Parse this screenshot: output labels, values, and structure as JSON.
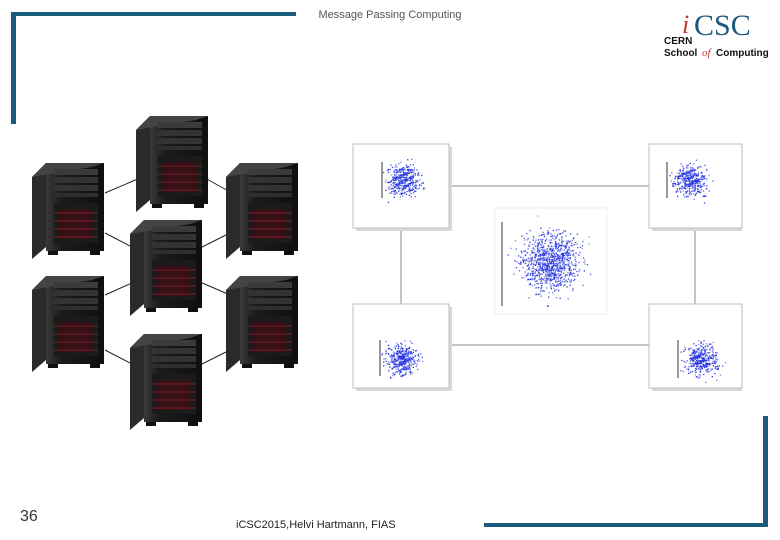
{
  "header": {
    "title": "Message Passing Computing"
  },
  "footer": {
    "page_number": "36",
    "credit": "iCSC2015,Helvi Hartmann, FIAS"
  },
  "logo": {
    "line1_prefix": "i",
    "line1_main": "CSC",
    "line2": "CERN",
    "line3_a": "School",
    "line3_b": "of",
    "line3_c": "Computing"
  },
  "colors": {
    "accent_bar": "#1a5a7a",
    "logo_red": "#c0392b",
    "logo_blue": "#1a5a7a",
    "scatter_blue": "#1f2fe0"
  },
  "diagram": {
    "computers": 7,
    "plot_panels": 5,
    "icon": "tower-computer-icon"
  }
}
